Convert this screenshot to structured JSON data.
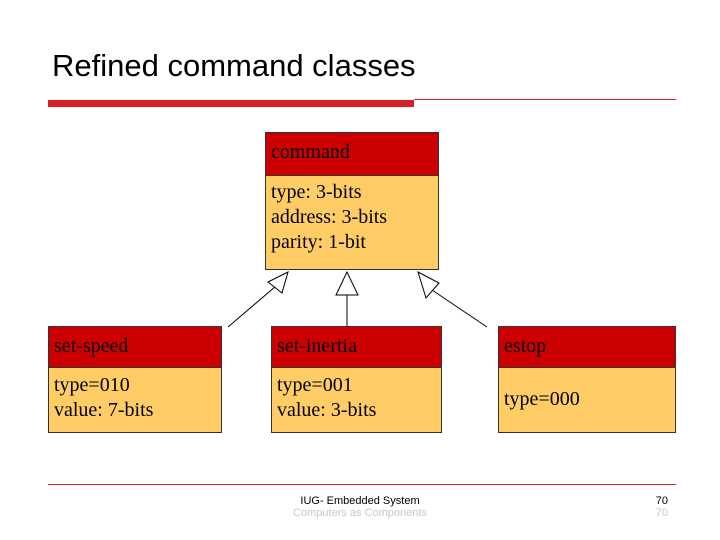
{
  "title": "Refined command classes",
  "colors": {
    "accent": "#d81f26",
    "class_header": "#cc0000",
    "class_body": "#ffcc66"
  },
  "classes": {
    "command": {
      "name": "command",
      "attrs": [
        "type: 3-bits",
        "address: 3-bits",
        "parity: 1-bit"
      ]
    },
    "set_speed": {
      "name": "set-speed",
      "attrs": [
        "type=010",
        "value: 7-bits"
      ]
    },
    "set_inertia": {
      "name": "set-inertia",
      "attrs": [
        "type=001",
        "value: 3-bits"
      ]
    },
    "estop": {
      "name": "estop",
      "attrs": [
        "type=000"
      ]
    }
  },
  "footer": {
    "center_line1": "IUG- Embedded System",
    "center_line2": "Computers as Components",
    "page_number": "70",
    "page_number_ghost": "70"
  }
}
